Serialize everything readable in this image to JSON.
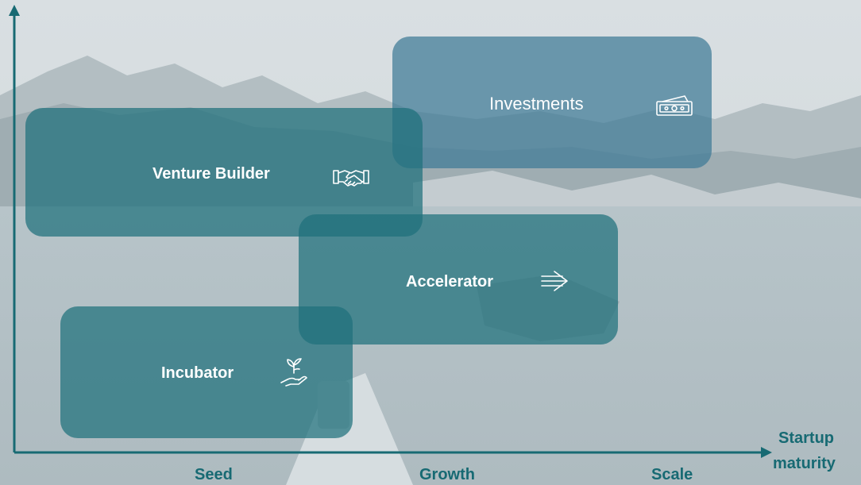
{
  "diagram": {
    "boxes": [
      {
        "label": "Investments",
        "icon": "money-bill-icon"
      },
      {
        "label": "Venture Builder",
        "icon": "handshake-icon"
      },
      {
        "label": "Accelerator",
        "icon": "fast-forward-arrows-icon"
      },
      {
        "label": "Incubator",
        "icon": "plant-in-hand-icon"
      }
    ],
    "x_axis": {
      "title_line1": "Startup",
      "title_line2": "maturity",
      "ticks": [
        "Seed",
        "Growth",
        "Scale"
      ]
    },
    "colors": {
      "axis": "#176a73",
      "box_teal": "#1f707c",
      "box_blue": "#3e7a96",
      "text_light": "#ffffff"
    }
  }
}
